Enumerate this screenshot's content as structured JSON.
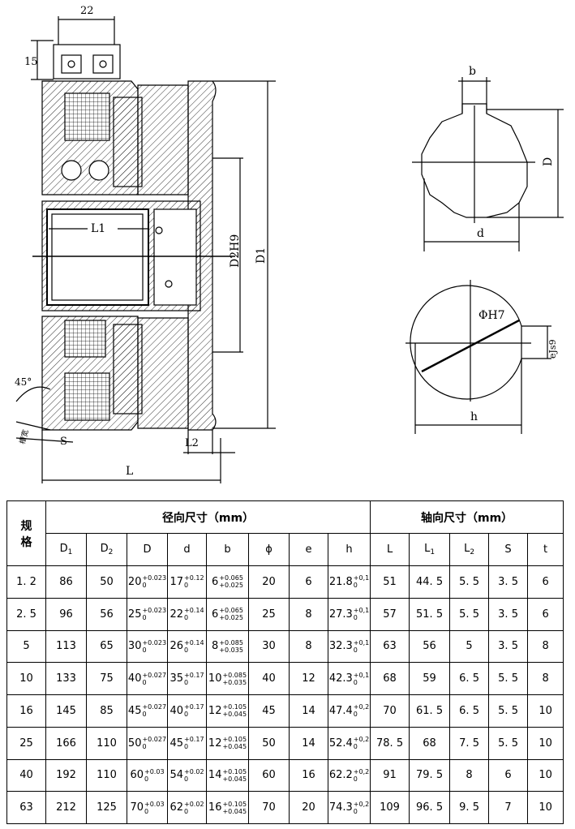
{
  "drawing": {
    "dim_22": "22",
    "dim_15": "15",
    "label_L1": "L1",
    "label_D2H9": "D2H9",
    "label_D1": "D1",
    "label_45": "45°",
    "label_chamfer": "槽宽",
    "label_S": "S",
    "label_L2": "L2",
    "label_L": "L",
    "label_b": "b",
    "label_D": "D",
    "label_d": "d",
    "label_phiH7": "ΦH7",
    "label_eJs9": "eJs9",
    "label_h": "h"
  },
  "table": {
    "spec_label": "规\n格",
    "spec_label_1": "规",
    "spec_label_2": "格",
    "radial_header": "径向尺寸（mm）",
    "axial_header": "轴向尺寸（mm）",
    "col_D1": "D",
    "col_D1_sub": "1",
    "col_D2": "D",
    "col_D2_sub": "2",
    "col_D": "D",
    "col_d": "d",
    "col_b": "b",
    "col_phi": "ϕ",
    "col_e": "e",
    "col_h": "h",
    "col_L": "L",
    "col_L1": "L",
    "col_L1_sub": "1",
    "col_L2": "L",
    "col_L2_sub": "2",
    "col_S": "S",
    "col_t": "t",
    "rows": [
      {
        "spec": "1. 2",
        "D1": "86",
        "D2": "50",
        "D": "20",
        "D_up": "+0.023",
        "D_lo": "0",
        "d": "17",
        "d_up": "+0.12",
        "d_lo": "0",
        "b": "6",
        "b_up": "+0.065",
        "b_lo": "+0.025",
        "phi": "20",
        "e": "6",
        "h": "21.8",
        "h_up": "+0,1",
        "h_lo": "0",
        "L": "51",
        "L1": "44. 5",
        "L2": "5. 5",
        "S": "3. 5",
        "t": "6"
      },
      {
        "spec": "2. 5",
        "D1": "96",
        "D2": "56",
        "D": "25",
        "D_up": "+0.023",
        "D_lo": "0",
        "d": "22",
        "d_up": "+0.14",
        "d_lo": "0",
        "b": "6",
        "b_up": "+0.065",
        "b_lo": "+0.025",
        "phi": "25",
        "e": "8",
        "h": "27.3",
        "h_up": "+0,1",
        "h_lo": "0",
        "L": "57",
        "L1": "51. 5",
        "L2": "5. 5",
        "S": "3. 5",
        "t": "6"
      },
      {
        "spec": "5",
        "D1": "113",
        "D2": "65",
        "D": "30",
        "D_up": "+0.023",
        "D_lo": "0",
        "d": "26",
        "d_up": "+0.14",
        "d_lo": "0",
        "b": "8",
        "b_up": "+0.085",
        "b_lo": "+0.035",
        "phi": "30",
        "e": "8",
        "h": "32.3",
        "h_up": "+0,1",
        "h_lo": "0",
        "L": "63",
        "L1": "56",
        "L2": "5",
        "S": "3. 5",
        "t": "8"
      },
      {
        "spec": "10",
        "D1": "133",
        "D2": "75",
        "D": "40",
        "D_up": "+0.027",
        "D_lo": "0",
        "d": "35",
        "d_up": "+0.17",
        "d_lo": "0",
        "b": "10",
        "b_up": "+0.085",
        "b_lo": "+0.035",
        "phi": "40",
        "e": "12",
        "h": "42.3",
        "h_up": "+0,1",
        "h_lo": "0",
        "L": "68",
        "L1": "59",
        "L2": "6. 5",
        "S": "5. 5",
        "t": "8"
      },
      {
        "spec": "16",
        "D1": "145",
        "D2": "85",
        "D": "45",
        "D_up": "+0.027",
        "D_lo": "0",
        "d": "40",
        "d_up": "+0.17",
        "d_lo": "0",
        "b": "12",
        "b_up": "+0.105",
        "b_lo": "+0.045",
        "phi": "45",
        "e": "14",
        "h": "47.4",
        "h_up": "+0,2",
        "h_lo": "0",
        "L": "70",
        "L1": "61. 5",
        "L2": "6. 5",
        "S": "5. 5",
        "t": "10"
      },
      {
        "spec": "25",
        "D1": "166",
        "D2": "110",
        "D": "50",
        "D_up": "+0.027",
        "D_lo": "0",
        "d": "45",
        "d_up": "+0.17",
        "d_lo": "0",
        "b": "12",
        "b_up": "+0.105",
        "b_lo": "+0.045",
        "phi": "50",
        "e": "14",
        "h": "52.4",
        "h_up": "+0,2",
        "h_lo": "0",
        "L": "78. 5",
        "L1": "68",
        "L2": "7. 5",
        "S": "5. 5",
        "t": "10"
      },
      {
        "spec": "40",
        "D1": "192",
        "D2": "110",
        "D": "60",
        "D_up": "+0.03",
        "D_lo": "0",
        "d": "54",
        "d_up": "+0.02",
        "d_lo": "0",
        "b": "14",
        "b_up": "+0.105",
        "b_lo": "+0.045",
        "phi": "60",
        "e": "16",
        "h": "62.2",
        "h_up": "+0,2",
        "h_lo": "0",
        "L": "91",
        "L1": "79. 5",
        "L2": "8",
        "S": "6",
        "t": "10"
      },
      {
        "spec": "63",
        "D1": "212",
        "D2": "125",
        "D": "70",
        "D_up": "+0.03",
        "D_lo": "0",
        "d": "62",
        "d_up": "+0.02",
        "d_lo": "0",
        "b": "16",
        "b_up": "+0.105",
        "b_lo": "+0.045",
        "phi": "70",
        "e": "20",
        "h": "74.3",
        "h_up": "+0,2",
        "h_lo": "0",
        "L": "109",
        "L1": "96. 5",
        "L2": "9. 5",
        "S": "7",
        "t": "10"
      }
    ]
  }
}
